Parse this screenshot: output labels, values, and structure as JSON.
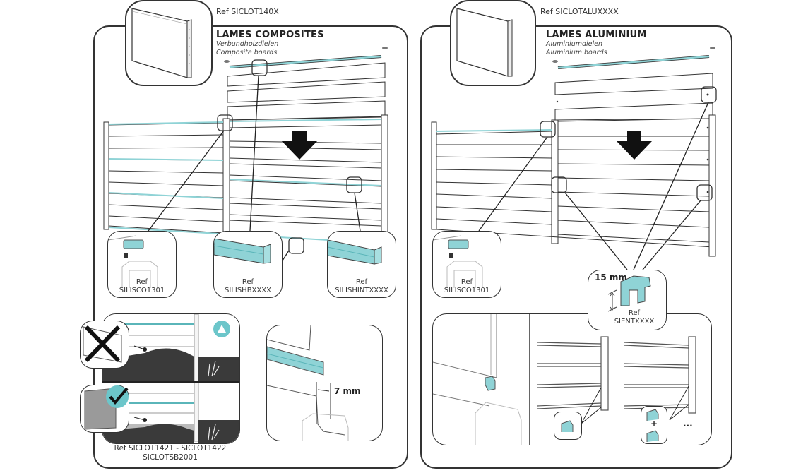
{
  "colors": {
    "accent": "#8fd3d6",
    "accent_dark": "#5ab5b9",
    "line": "#333333",
    "ground": "#3a3a3a",
    "warning_badge": "#6cc6ca"
  },
  "left_panel": {
    "ref": "Ref SICLOT140X",
    "title": "LAMES COMPOSITES",
    "subtitle_de": "Verbundholzdielen",
    "subtitle_en": "Composite boards",
    "callouts": [
      {
        "ref_label": "Ref",
        "ref_code": "SILISCO1301",
        "icon": "clip-part-icon"
      },
      {
        "ref_label": "Ref",
        "ref_code": "SILISHBXXXX",
        "icon": "top-rail-profile-icon"
      },
      {
        "ref_label": "Ref",
        "ref_code": "SILISHINTXXXX",
        "icon": "intermediate-profile-icon"
      }
    ],
    "ground_section": {
      "caption_line1": "Ref SICLOT1421 - SICLOT1422",
      "caption_line2": "SICLOTSB2001",
      "wrong_icon": "cross-icon",
      "right_icon": "check-icon",
      "warning_icon": "warning-icon"
    },
    "gap_detail": {
      "measure": "7 mm"
    }
  },
  "right_panel": {
    "ref": "Ref SICLOTALUXXXX",
    "title": "LAMES ALUMINIUM",
    "subtitle_de": "Aluminiumdielen",
    "subtitle_en": "Aluminium boards",
    "callouts": [
      {
        "ref_label": "Ref",
        "ref_code": "SILISCO1301",
        "icon": "clip-part-icon"
      },
      {
        "ref_label": "Ref",
        "ref_code": "SIENTXXXX",
        "icon": "spacer-icon",
        "measure": "15 mm"
      }
    ],
    "spacer_detail": {
      "plus": "+",
      "more": "..."
    }
  }
}
